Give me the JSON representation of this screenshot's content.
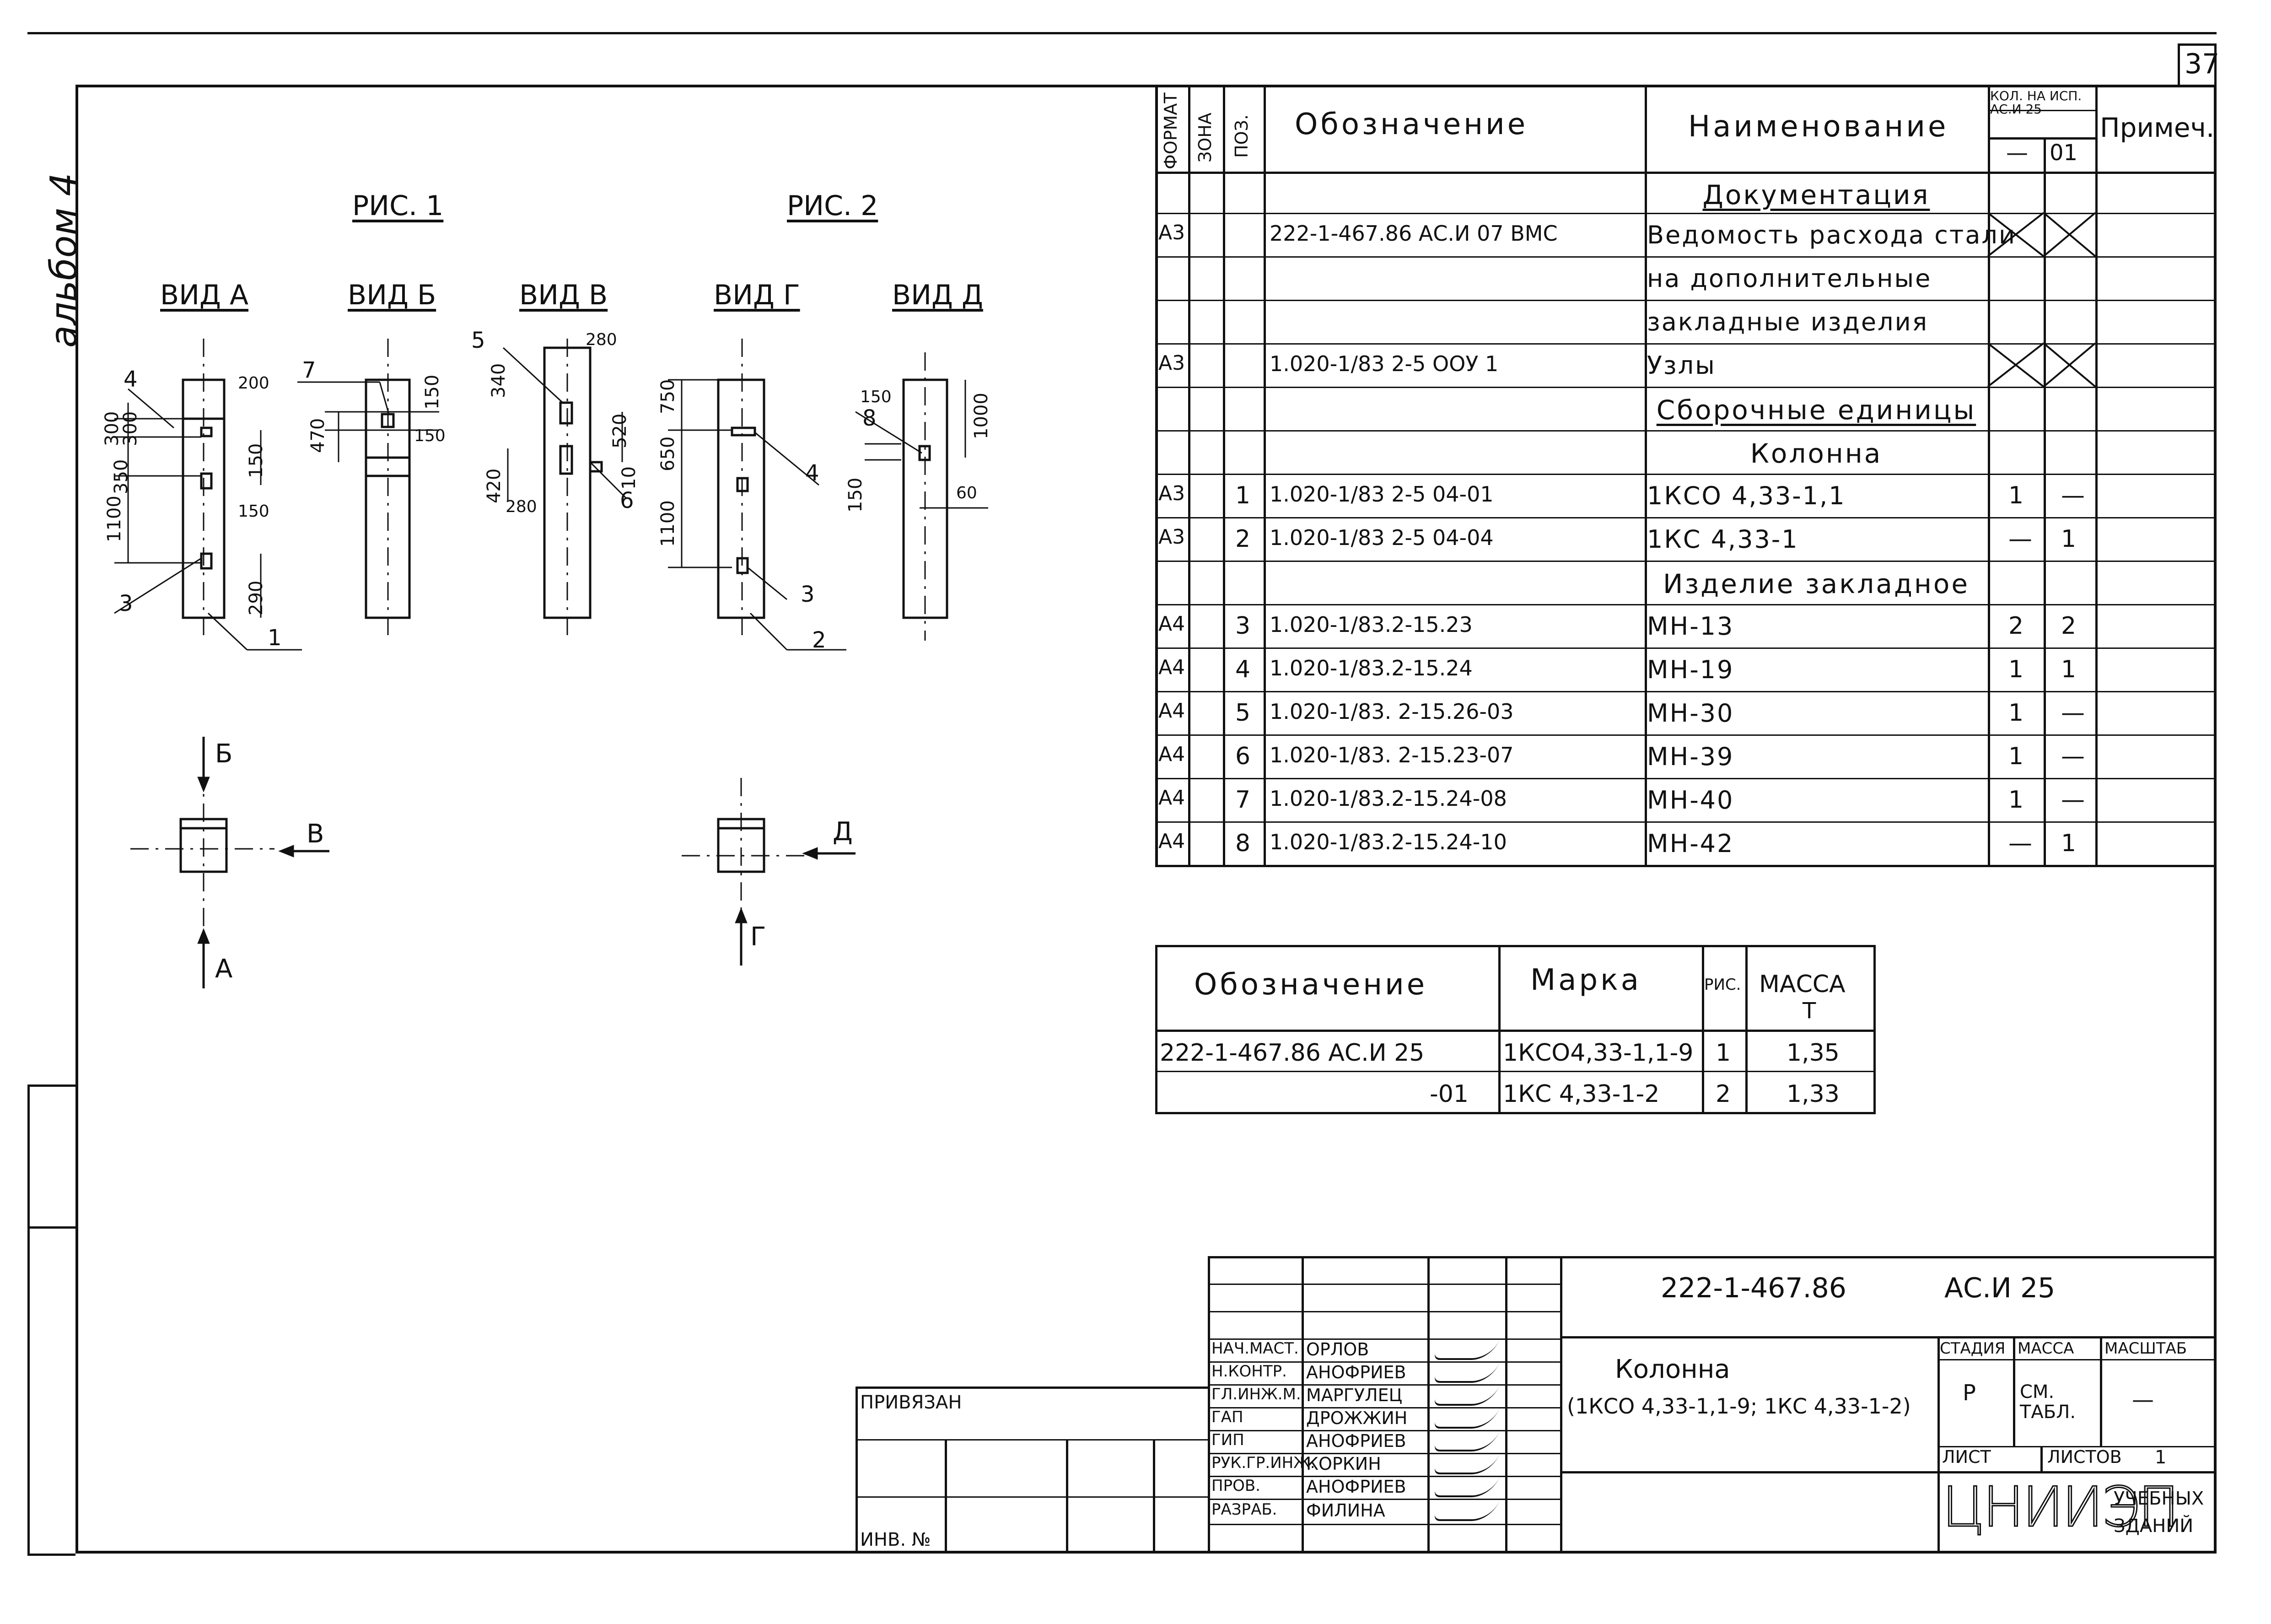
{
  "sheet": {
    "number": "37",
    "album": "альбом 4"
  },
  "figures": {
    "fig1": "РИС. 1",
    "fig2": "РИС. 2",
    "views": [
      "ВИД А",
      "ВИД Б",
      "ВИД В",
      "ВИД Г",
      "ВИД Д"
    ],
    "plan_markers": [
      "Б",
      "В",
      "А",
      "Д",
      "Г"
    ],
    "dims": {
      "a": [
        "200",
        "300",
        "300",
        "350",
        "150",
        "1100",
        "150",
        "290"
      ],
      "b": [
        "470",
        "150",
        "150"
      ],
      "c": [
        "280",
        "340",
        "520",
        "10",
        "420",
        "280"
      ],
      "d": [
        "750",
        "650",
        "1100"
      ],
      "e": [
        "150",
        "1000",
        "150",
        "60"
      ]
    },
    "callouts": [
      "4",
      "3",
      "1",
      "7",
      "5",
      "6",
      "4",
      "3",
      "2",
      "8"
    ]
  },
  "spec": {
    "headers": {
      "format": "ФОРМАТ",
      "zone": "ЗОНА",
      "pos": "ПОЗ.",
      "designation": "Обозначение",
      "name": "Наименование",
      "qty": "КОЛ. НА ИСП. АС.И 25",
      "qty1": "—",
      "qty2": "01",
      "note": "Примеч."
    },
    "rows": [
      {
        "format": "",
        "pos": "",
        "designation": "",
        "name": "Документация",
        "q1": "",
        "q2": "",
        "underline": true,
        "center": true
      },
      {
        "format": "А3",
        "pos": "",
        "designation": "222-1-467.86       АС.И 07 ВМС",
        "name": "Ведомость расхода стали",
        "q1": "",
        "q2": "",
        "cross": true
      },
      {
        "format": "",
        "pos": "",
        "designation": "",
        "name": "на дополнительные",
        "q1": "",
        "q2": ""
      },
      {
        "format": "",
        "pos": "",
        "designation": "",
        "name": "закладные изделия",
        "q1": "",
        "q2": ""
      },
      {
        "format": "А3",
        "pos": "",
        "designation": "1.020-1/83  2-5 ООУ 1",
        "name": "Узлы",
        "q1": "",
        "q2": "",
        "cross": true
      },
      {
        "format": "",
        "pos": "",
        "designation": "",
        "name": "Сборочные единицы",
        "q1": "",
        "q2": "",
        "underline": true,
        "center": true
      },
      {
        "format": "",
        "pos": "",
        "designation": "",
        "name": "Колонна",
        "q1": "",
        "q2": "",
        "center": true
      },
      {
        "format": "А3",
        "pos": "1",
        "designation": "1.020-1/83  2-5  04-01",
        "name": "1КСО 4,33-1,1",
        "q1": "1",
        "q2": "—"
      },
      {
        "format": "А3",
        "pos": "2",
        "designation": "1.020-1/83  2-5  04-04",
        "name": "1КС 4,33-1",
        "q1": "—",
        "q2": "1"
      },
      {
        "format": "",
        "pos": "",
        "designation": "",
        "name": "Изделие закладное",
        "q1": "",
        "q2": "",
        "center": true
      },
      {
        "format": "А4",
        "pos": "3",
        "designation": "1.020-1/83.2-15.23",
        "name": "МН-13",
        "q1": "2",
        "q2": "2"
      },
      {
        "format": "А4",
        "pos": "4",
        "designation": "1.020-1/83.2-15.24",
        "name": "МН-19",
        "q1": "1",
        "q2": "1"
      },
      {
        "format": "А4",
        "pos": "5",
        "designation": "1.020-1/83. 2-15.26-03",
        "name": "МН-30",
        "q1": "1",
        "q2": "—"
      },
      {
        "format": "А4",
        "pos": "6",
        "designation": "1.020-1/83. 2-15.23-07",
        "name": "МН-39",
        "q1": "1",
        "q2": "—"
      },
      {
        "format": "А4",
        "pos": "7",
        "designation": "1.020-1/83.2-15.24-08",
        "name": "МН-40",
        "q1": "1",
        "q2": "—"
      },
      {
        "format": "А4",
        "pos": "8",
        "designation": "1.020-1/83.2-15.24-10",
        "name": "МН-42",
        "q1": "—",
        "q2": "1"
      }
    ]
  },
  "mass_table": {
    "headers": {
      "designation": "Обозначение",
      "mark": "Марка",
      "fig": "РИС.",
      "mass": "МАССА",
      "mass_unit": "Т"
    },
    "rows": [
      {
        "designation": "222-1-467.86      АС.И 25",
        "mark": "1КСО4,33-1,1-9",
        "fig": "1",
        "mass": "1,35"
      },
      {
        "designation": "-01",
        "mark": "1КС 4,33-1-2",
        "fig": "2",
        "mass": "1,33"
      }
    ]
  },
  "title_block": {
    "code": "222-1-467.86",
    "sheet_code": "АС.И 25",
    "title": "Колонна",
    "subtitle": "(1КСО 4,33-1,1-9; 1КС 4,33-1-2)",
    "stage_label": "СТАДИЯ",
    "mass_label": "МАССА",
    "scale_label": "МАСШТАБ",
    "stage": "Р",
    "mass": "СМ. ТАБЛ.",
    "scale": "—",
    "sheet_label": "ЛИСТ",
    "sheets_label": "ЛИСТОВ",
    "sheets": "1",
    "org_logo": "ЦНИИЭП",
    "org_text": "УЧЕБНЫХ ЗДАНИЙ",
    "bound_label": "ПРИВЯЗАН",
    "inv_label": "ИНВ. №",
    "people": [
      {
        "role": "НАЧ.МАСТ.",
        "name": "ОРЛОВ"
      },
      {
        "role": "Н.КОНТР.",
        "name": "АНОФРИЕВ"
      },
      {
        "role": "ГЛ.ИНЖ.М.",
        "name": "МАРГУЛЕЦ"
      },
      {
        "role": "ГАП",
        "name": "ДРОЖЖИН"
      },
      {
        "role": "ГИП",
        "name": "АНОФРИЕВ"
      },
      {
        "role": "РУК.ГР.ИНЖ.",
        "name": "КОРКИН"
      },
      {
        "role": "ПРОВ.",
        "name": "АНОФРИЕВ"
      },
      {
        "role": "РАЗРАБ.",
        "name": "ФИЛИНА"
      }
    ]
  }
}
